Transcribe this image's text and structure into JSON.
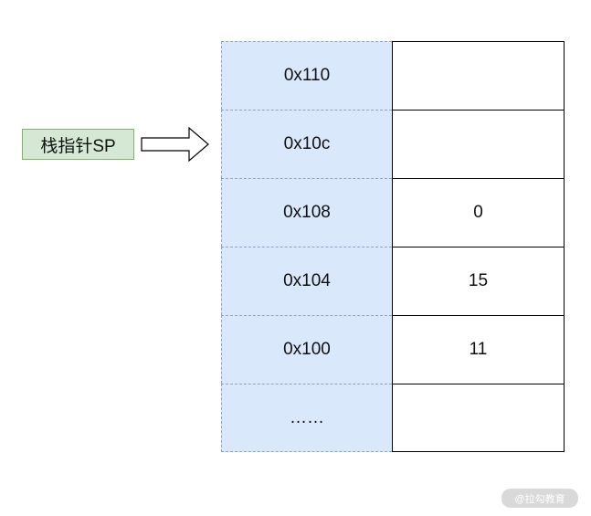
{
  "pointer": {
    "label": "栈指针SP",
    "points_to_row": 1
  },
  "stack": {
    "rows": [
      {
        "address": "0x110",
        "value": ""
      },
      {
        "address": "0x10c",
        "value": ""
      },
      {
        "address": "0x108",
        "value": "0"
      },
      {
        "address": "0x104",
        "value": "15"
      },
      {
        "address": "0x100",
        "value": "11"
      },
      {
        "address": "……",
        "value": ""
      }
    ]
  },
  "watermark": {
    "text": "@拉勾教育"
  },
  "colors": {
    "address_fill": "#dae8fc",
    "label_fill": "#d5e8d4",
    "label_border": "#82b366"
  }
}
